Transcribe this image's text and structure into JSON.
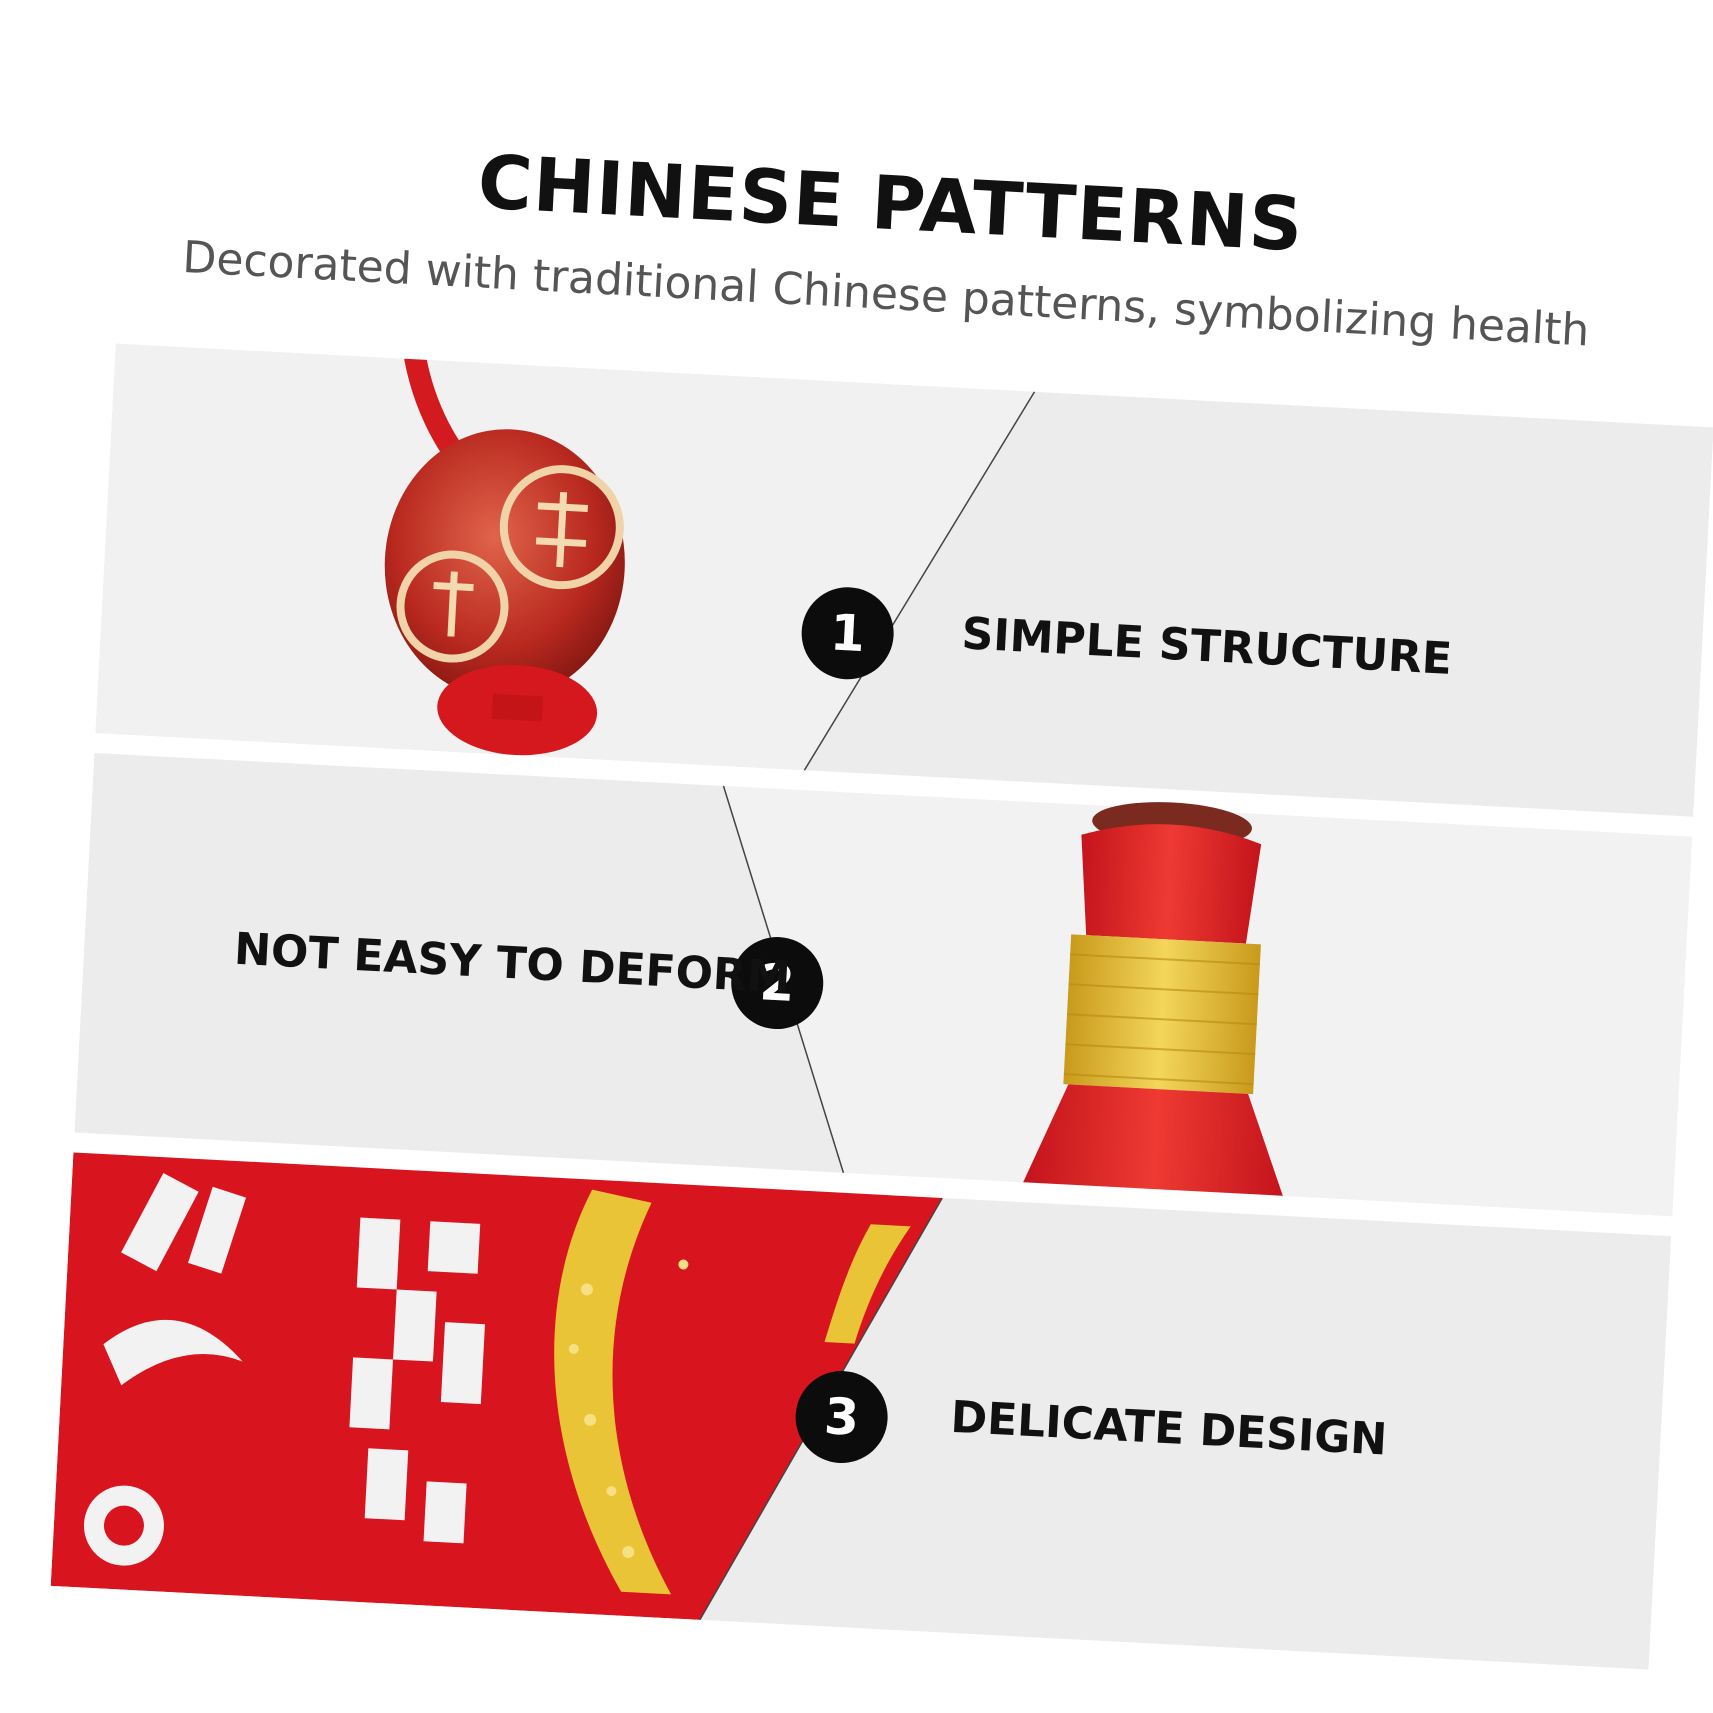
{
  "header": {
    "title": "CHINESE PATTERNS",
    "subtitle": "Decorated with traditional Chinese patterns, symbolizing health"
  },
  "features": [
    {
      "number": "1",
      "label": "SIMPLE STRUCTURE"
    },
    {
      "number": "2",
      "label": "NOT EASY TO DEFORM"
    },
    {
      "number": "3",
      "label": "DELICATE DESIGN"
    }
  ],
  "colors": {
    "panel": "#ebebeb",
    "red": "#d8141e",
    "gold": "#e9c233",
    "text": "#111111",
    "subtitle": "#555555"
  }
}
